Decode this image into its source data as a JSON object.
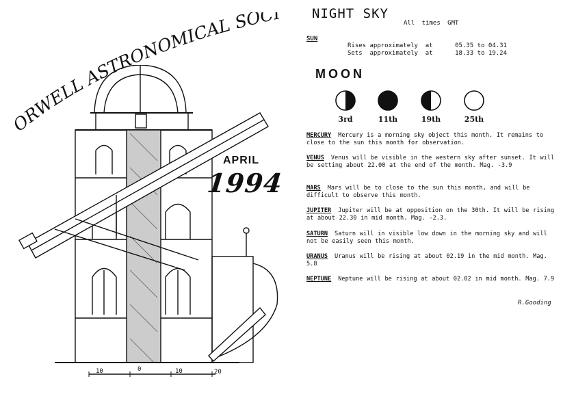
{
  "society": "ORWELL ASTRONOMICAL SOCIETY IPSWICH",
  "issue": {
    "month": "APRIL",
    "year": "1994"
  },
  "scale": {
    "labels": [
      "10",
      "0",
      "10",
      "20"
    ]
  },
  "night_sky": {
    "title": "NIGHT SKY",
    "times_note": "All times GMT",
    "sun": {
      "heading": "SUN",
      "rises": "Rises approximately  at      05.35 to 04.31",
      "sets": "Sets  approximately  at      18.33 to 19.24"
    },
    "moon": {
      "heading": "MOON",
      "phases": [
        {
          "label": "3rd",
          "icon": "last-quarter-moon-icon"
        },
        {
          "label": "11th",
          "icon": "new-moon-icon"
        },
        {
          "label": "19th",
          "icon": "first-quarter-moon-icon"
        },
        {
          "label": "25th",
          "icon": "full-moon-icon"
        }
      ]
    },
    "planets": [
      {
        "name": "MERCURY",
        "text": "Mercury  is a morning sky object this month. It remains to close to the sun this month for observation."
      },
      {
        "name": "VENUS",
        "text": "Venus  will be visible in the western sky after sunset. It will be setting about 22.00 at the end of the month. Mag. -3.9"
      },
      {
        "name": "MARS",
        "text": "Mars will be to close  to  the sun this month, and will be difficult to observe this month."
      },
      {
        "name": "JUPITER",
        "text": "Jupiter will be at  opposition  on the 30th. It will be rising at about 22.30 in mid month. Mag. -2.3."
      },
      {
        "name": "SATURN",
        "text": "Saturn  will  in  visible  low  down in the morning sky and will not be easily seen this month."
      },
      {
        "name": "URANUS",
        "text": "Uranus  will be rising at about 02.19 in the mid month. Mag. 5.8"
      },
      {
        "name": "NEPTUNE",
        "text": "Neptune  will be rising at about 02.02  in mid month. Mag. 7.9"
      }
    ],
    "author": "R.Gooding"
  }
}
